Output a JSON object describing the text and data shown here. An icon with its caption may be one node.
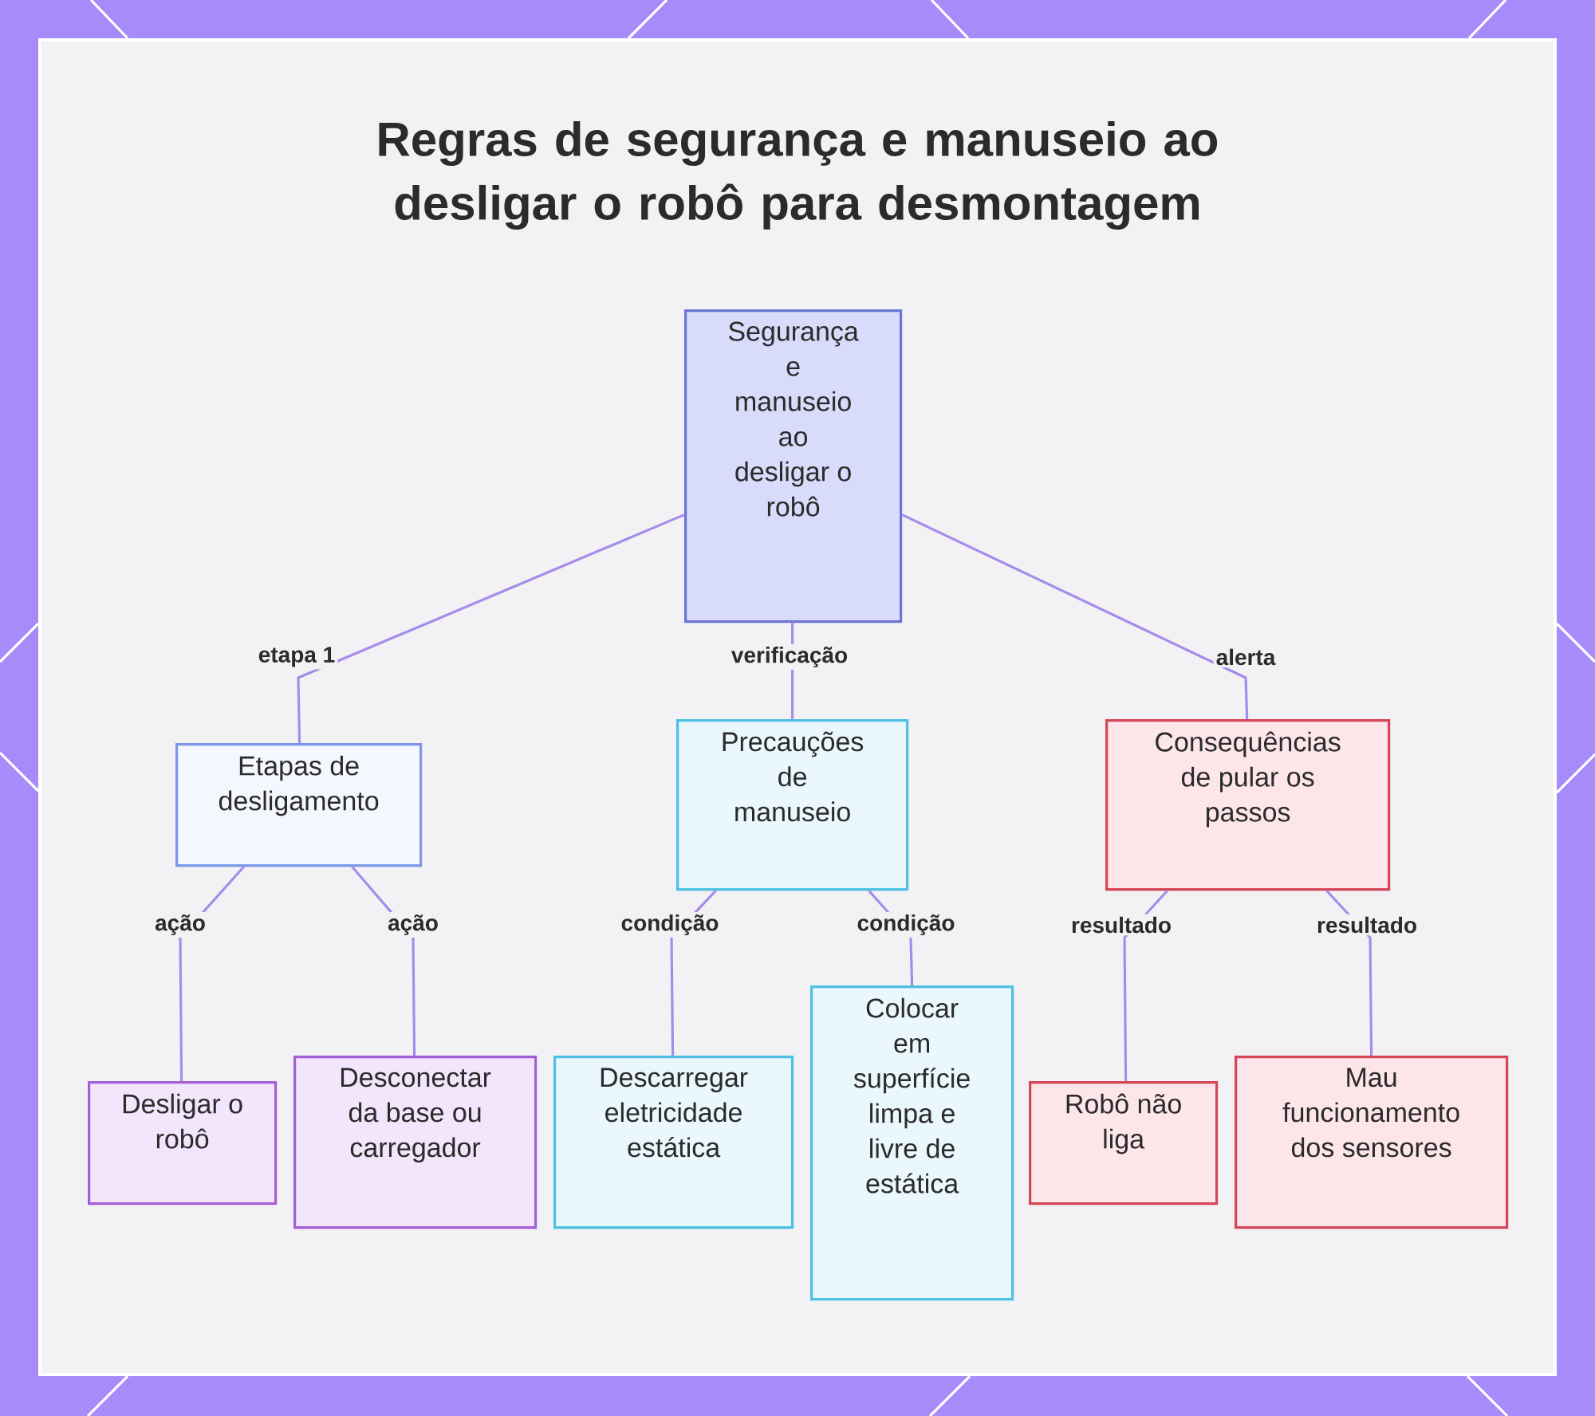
{
  "diagram": {
    "title": "Regras de segurança e manuseio ao desligar o robô para desmontagem",
    "nodes": [
      {
        "text": [
          "Segurança e manuseio ao desligar o robô"
        ]
      },
      {
        "text": [
          "Etapas de desligamento"
        ]
      },
      {
        "text": [
          "Precauções de manuseio"
        ]
      },
      {
        "text": [
          "Consequências de pular os passos"
        ]
      },
      {
        "text": [
          "Desligar o robô"
        ]
      },
      {
        "text": [
          "Desconectar da base ou carregador"
        ]
      },
      {
        "text": [
          "Descarregar eletricidade estática"
        ]
      },
      {
        "text": [
          "Colocar em superfície limpa e livre de estática"
        ]
      },
      {
        "text": [
          "Robô não liga"
        ]
      },
      {
        "text": [
          "Mau funcionamento dos sensores"
        ]
      }
    ],
    "edges": [
      {
        "from": 0,
        "to": 1,
        "arrow": "none",
        "label": "etapa 1"
      },
      {
        "from": 0,
        "to": 2,
        "arrow": "none",
        "label": "verificação"
      },
      {
        "from": 0,
        "to": 3,
        "arrow": "none",
        "label": "alerta"
      },
      {
        "from": 1,
        "to": 4,
        "arrow": "none",
        "label": "ação"
      },
      {
        "from": 1,
        "to": 5,
        "arrow": "none",
        "label": "ação"
      },
      {
        "from": 2,
        "to": 6,
        "arrow": "none",
        "label": "condição"
      },
      {
        "from": 2,
        "to": 7,
        "arrow": "none",
        "label": "condição"
      },
      {
        "from": 3,
        "to": 8,
        "arrow": "none",
        "label": "resultado"
      },
      {
        "from": 3,
        "to": 9,
        "arrow": "none",
        "label": "resultado"
      }
    ]
  }
}
